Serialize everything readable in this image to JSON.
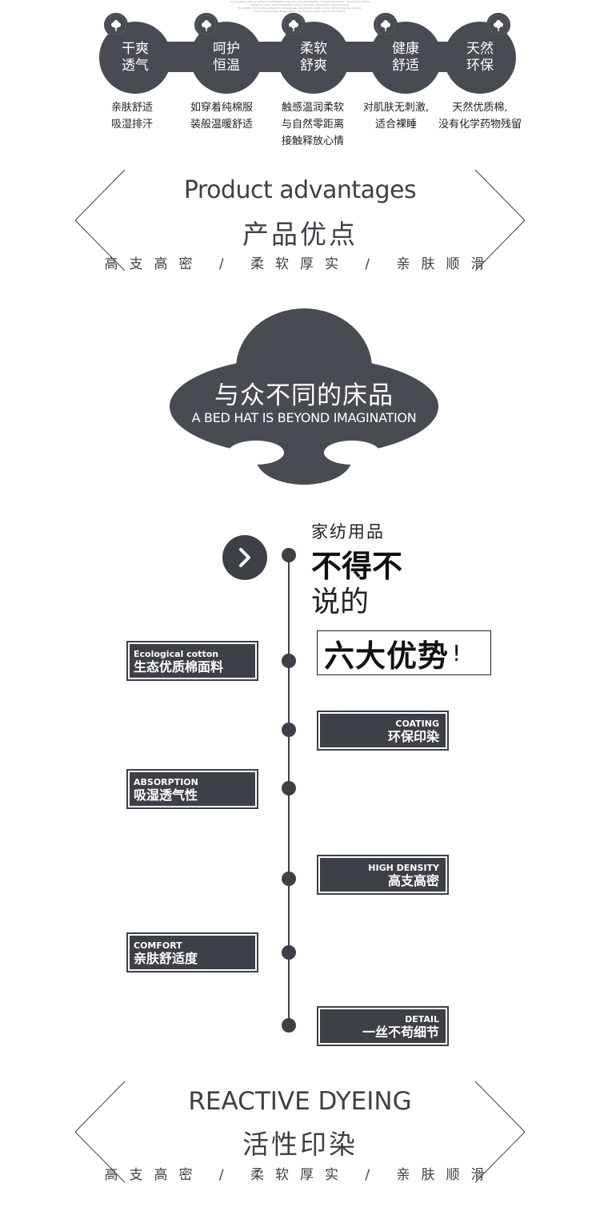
{
  "top_fine_print": [
    "Good quality cotton is soft and comfortable to the skin, good permeability, moisture absorption, natural and healthy.",
    "Soft touch, warm and comfortable, close to the body, relaxing and natural feeling.",
    "No irritation to the skin, suitable for naked sleep, natural high quality cotton without chemical residue.",
    "High count and high density fabric, soft thick and solid, smooth skin feeling."
  ],
  "features": [
    {
      "line1": "干爽",
      "line2": "透气",
      "desc1": "亲肤舒适",
      "desc2": "吸湿排汗",
      "desc3": ""
    },
    {
      "line1": "呵护",
      "line2": "恒温",
      "desc1": "如穿着纯棉服",
      "desc2": "装般温暖舒适",
      "desc3": ""
    },
    {
      "line1": "柔软",
      "line2": "舒爽",
      "desc1": "触感温润柔软",
      "desc2": "与自然零距离",
      "desc3": "接触释放心情"
    },
    {
      "line1": "健康",
      "line2": "舒适",
      "desc1": "对肌肤无刺激,",
      "desc2": "适合裸睡",
      "desc3": ""
    },
    {
      "line1": "天然",
      "line2": "环保",
      "desc1": "天然优质棉,",
      "desc2": "没有化学药物残留",
      "desc3": ""
    }
  ],
  "advantages": {
    "en": "Product advantages",
    "cn": "产品优点",
    "sub": "高支高密 / 柔软厚实 / 亲肤顺滑"
  },
  "cloud": {
    "cn": "与众不同的床品",
    "en": "A BED HAT IS BEYOND IMAGINATION"
  },
  "timeline": {
    "arrow_icon": "chevron-right-icon",
    "kicker": "家纺用品",
    "title1": "不得不",
    "title2": "说的",
    "six": "六大优势",
    "exclaim": "!",
    "items": [
      {
        "en": "Ecological cotton",
        "cn": "生态优质棉面料"
      },
      {
        "en": "COATING",
        "cn": "环保印染"
      },
      {
        "en": "ABSORPTION",
        "cn": "吸湿透气性"
      },
      {
        "en": "HIGH DENSITY",
        "cn": "高支高密"
      },
      {
        "en": "COMFORT",
        "cn": "亲肤舒适度"
      },
      {
        "en": "DETAIL",
        "cn": "一丝不苟细节"
      }
    ]
  },
  "reactive": {
    "en": "REACTIVE DYEING",
    "cn": "活性印染",
    "sub": "高支高密 / 柔软厚实 / 亲肤顺滑"
  },
  "colors": {
    "primary": "#484b52",
    "text": "#3d4046",
    "background": "#ffffff"
  },
  "icons": [
    "cotton-flower-icon",
    "chevron-right-icon"
  ]
}
